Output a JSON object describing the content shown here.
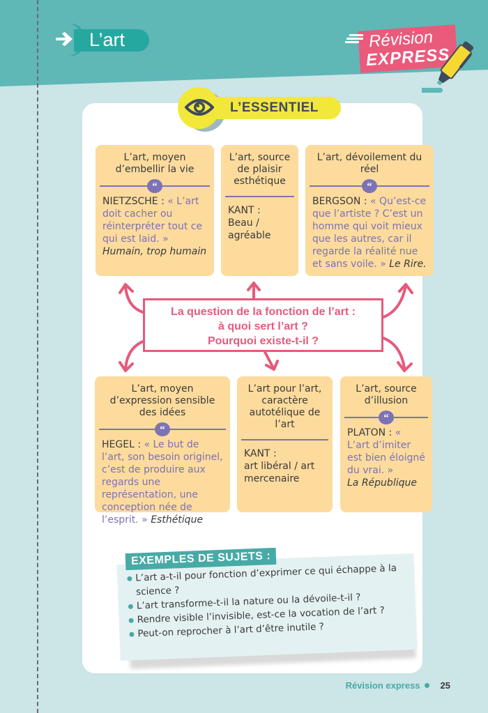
{
  "header": {
    "title": "L’art",
    "brand_line1": "Révision",
    "brand_line2": "EXPRESS"
  },
  "section": {
    "label": "L’ESSENTIEL",
    "icon": "eye-icon"
  },
  "colors": {
    "teal_header": "#5fb7b6",
    "teal_accent": "#24a8a0",
    "page_bg": "#cce5e7",
    "box_bg": "#fcdb9d",
    "quote_purple": "#7c72b5",
    "pink": "#e65a7c",
    "yellow": "#f2e83a"
  },
  "central_question": {
    "line1": "La question de la fonction de l’art :",
    "line2": "à quoi sert l’art ?",
    "line3": "Pourquoi existe-t-il ?"
  },
  "boxes": [
    {
      "title": "L’art, moyen d’embellir la vie",
      "author": "NIETZSCHE : ",
      "quote": "« L’art doit cacher ou réinterpréter tout ce qui est laid. »",
      "work": "Humain, trop humain",
      "has_quote_icon": true
    },
    {
      "title": "L’art, source de plaisir esthétique",
      "author": "KANT :",
      "text": "Beau / agréable",
      "has_quote_icon": false
    },
    {
      "title": "L’art, dévoilement du réel",
      "author": "BERGSON : ",
      "quote": "« Qu’est-ce que l’artiste ? C’est un homme qui voit mieux que les autres, car il regarde la réalité nue et sans voile. »",
      "work": "Le Rire.",
      "has_quote_icon": true
    },
    {
      "title": "L’art, moyen d’expression sensible des idées",
      "author": "HEGEL : ",
      "quote": "« Le but de l’art, son besoin originel, c’est de produire aux regards une représentation, une conception née de l’esprit. »",
      "work": "Esthétique",
      "has_quote_icon": true
    },
    {
      "title": "L’art pour l’art, caractère autotélique de l’art",
      "author": "KANT :",
      "text": "art libéral / art mercenaire",
      "has_quote_icon": false
    },
    {
      "title": "L’art, source d’illusion",
      "author": "PLATON : ",
      "quote": "« L’art d’imiter est bien éloigné du vrai. »",
      "work": "La République",
      "has_quote_icon": true
    }
  ],
  "quote_glyph": "“",
  "examples": {
    "heading": "EXEMPLES DE SUJETS :",
    "items": [
      "L’art a-t-il pour fonction d’exprimer ce qui échappe à la science ?",
      "L’art transforme-t-il la nature ou la dévoile-t-il ?",
      "Rendre visible l’invisible, est-ce la vocation de l’art ?",
      "Peut-on reprocher à l’art d’être inutile ?"
    ]
  },
  "footer": {
    "label": "Révision express",
    "page": "25"
  }
}
